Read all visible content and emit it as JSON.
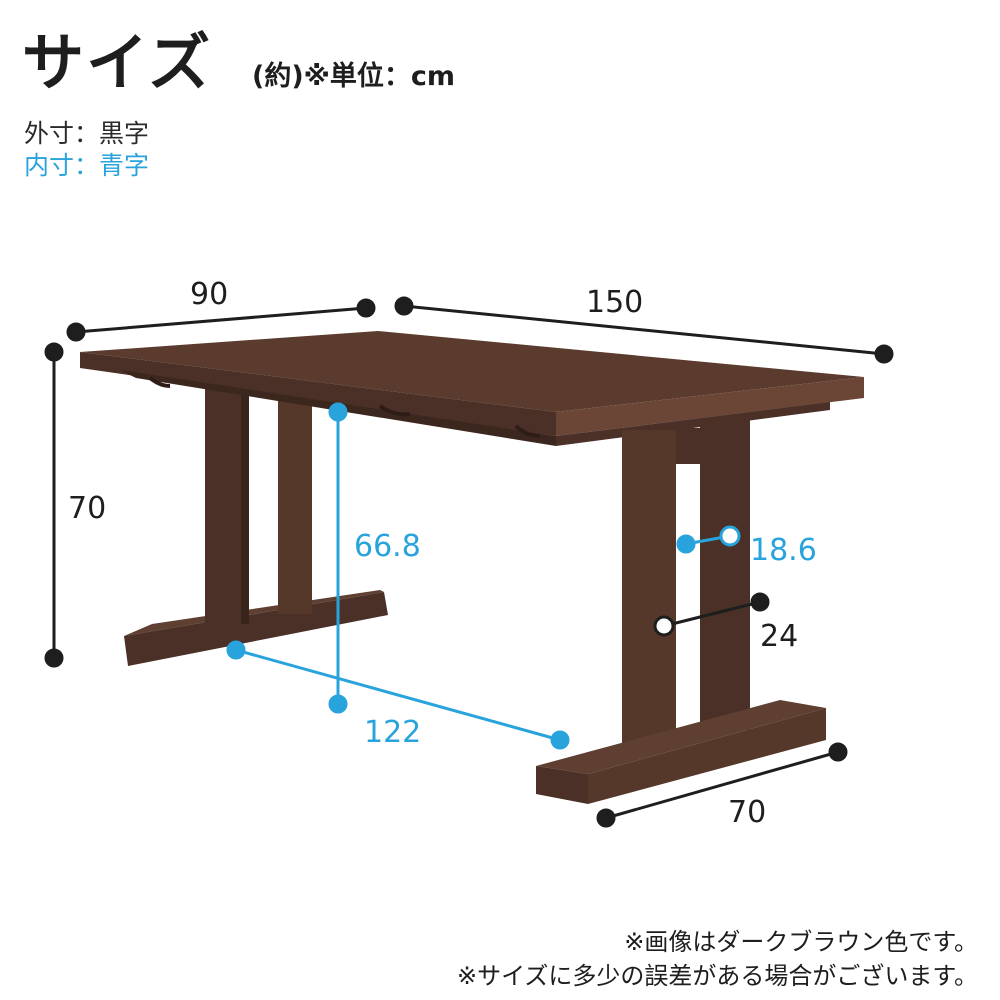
{
  "header": {
    "title": "サイズ",
    "unit": "(約)※単位：cm"
  },
  "legend": {
    "outer": "外寸：黒字",
    "inner": "内寸：青字"
  },
  "dimensions": {
    "outer": {
      "depth_top": "90",
      "width_top": "150",
      "height": "70",
      "leg_thickness": "24",
      "foot_length": "70"
    },
    "inner": {
      "clearance_height": "66.8",
      "leg_gap": "18.6",
      "leg_span": "122"
    }
  },
  "colors": {
    "outer": "#1e1e1e",
    "inner": "#29a3dc",
    "wood": "#4f3428",
    "wood_light": "#6a4838",
    "wood_dark": "#38241b"
  },
  "footnotes": [
    "※画像はダークブラウン色です。",
    "※サイズに多少の誤差がある場合がございます。"
  ]
}
